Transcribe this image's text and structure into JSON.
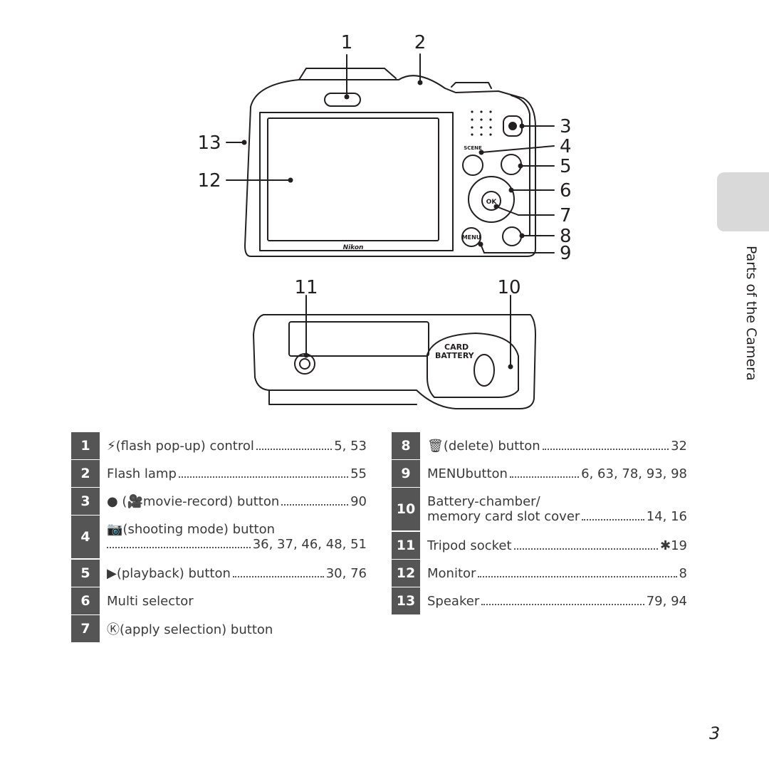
{
  "side_tab": {
    "title": "Parts of the Camera"
  },
  "camera_text": {
    "scene": "SCENE",
    "brand": "Nikon",
    "ok": "OK",
    "menu": "MENU",
    "card": "CARD",
    "battery": "BATTERY"
  },
  "callouts": [
    "1",
    "2",
    "3",
    "4",
    "5",
    "6",
    "7",
    "8",
    "9",
    "10",
    "11",
    "12",
    "13"
  ],
  "left_items": [
    {
      "num": "1",
      "icon": "⚡",
      "label": " (flash pop-up) control",
      "pages": "5, 53"
    },
    {
      "num": "2",
      "icon": "",
      "label": "Flash lamp",
      "pages": "55"
    },
    {
      "num": "3",
      "icon": "● (🎥",
      "label": " movie-record) button",
      "pages": "90"
    },
    {
      "num": "4",
      "icon": "📷",
      "label": " (shooting mode) button",
      "pages": "36, 37, 46, 48, 51"
    },
    {
      "num": "5",
      "icon": "▶",
      "label": " (playback) button",
      "pages": "30, 76"
    },
    {
      "num": "6",
      "icon": "",
      "label": "Multi selector",
      "pages": ""
    },
    {
      "num": "7",
      "icon": "Ⓚ",
      "label": " (apply selection) button",
      "pages": ""
    }
  ],
  "right_items": [
    {
      "num": "8",
      "icon": "🗑",
      "label": " (delete) button",
      "pages": "32"
    },
    {
      "num": "9",
      "icon": "MENU",
      "label": " button",
      "pages": "6, 63, 78, 93, 98"
    },
    {
      "num": "10",
      "icon": "",
      "label_line1": "Battery-chamber/",
      "label": "memory card slot cover",
      "pages": "14, 16"
    },
    {
      "num": "11",
      "icon": "",
      "label": "Tripod socket",
      "pages": "✱19"
    },
    {
      "num": "12",
      "icon": "",
      "label": "Monitor",
      "pages": "8"
    },
    {
      "num": "13",
      "icon": "",
      "label": "Speaker",
      "pages": "79, 94"
    }
  ],
  "page_number": "3"
}
